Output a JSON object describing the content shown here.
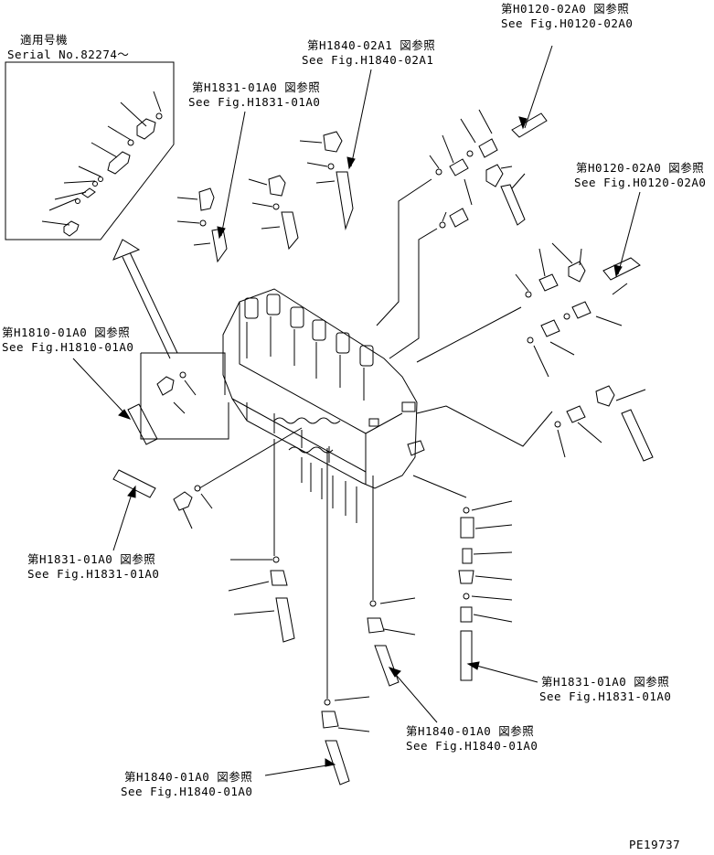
{
  "inset": {
    "title": "適用号機",
    "serial": "Serial No.82274～"
  },
  "callouts": {
    "h0120_a": {
      "jp": "第H0120-02A0 図参照",
      "en": "See Fig.H0120-02A0"
    },
    "h1840_02a1": {
      "jp": "第H1840-02A1 図参照",
      "en": "See Fig.H1840-02A1"
    },
    "h1831_top": {
      "jp": "第H1831-01A0 図参照",
      "en": "See Fig.H1831-01A0"
    },
    "h0120_b": {
      "jp": "第H0120-02A0 図参照",
      "en": "See Fig.H0120-02A0"
    },
    "h1810": {
      "jp": "第H1810-01A0 図参照",
      "en": "See Fig.H1810-01A0"
    },
    "h1831_left": {
      "jp": "第H1831-01A0 図参照",
      "en": "See Fig.H1831-01A0"
    },
    "h1831_right": {
      "jp": "第H1831-01A0 図参照",
      "en": "See Fig.H1831-01A0"
    },
    "h1840_mid": {
      "jp": "第H1840-01A0 図参照",
      "en": "See Fig.H1840-01A0"
    },
    "h1840_bottom": {
      "jp": "第H1840-01A0 図参照",
      "en": "See Fig.H1840-01A0"
    }
  },
  "drawing_number": "PE19737",
  "colors": {
    "ink": "#000000",
    "paper": "#ffffff"
  }
}
